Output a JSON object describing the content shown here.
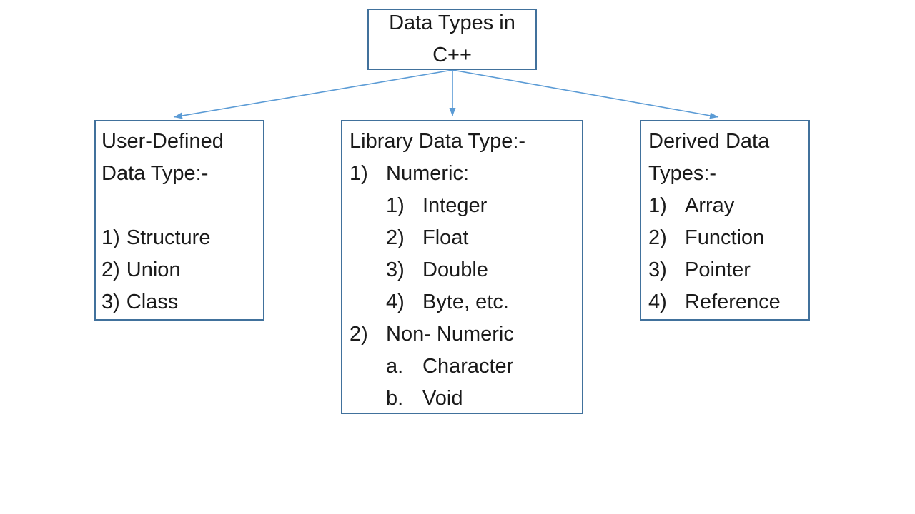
{
  "colors": {
    "bg": "#ffffff",
    "border": "#41719C",
    "connector": "#5B9BD5",
    "text": "#1a1a1a"
  },
  "title_box": {
    "text": "Data Types in C++"
  },
  "boxes": {
    "user_defined": {
      "title_line1": "User-Defined",
      "title_line2": "Data Type:-",
      "items": [
        {
          "num": "1)",
          "label": "Structure"
        },
        {
          "num": "2)",
          "label": "Union"
        },
        {
          "num": "3)",
          "label": "Class"
        }
      ]
    },
    "library": {
      "title": "Library Data Type:-",
      "items": [
        {
          "num": "1)",
          "label": "Numeric:",
          "indent": 0
        },
        {
          "num": "1)",
          "label": "Integer",
          "indent": 1
        },
        {
          "num": "2)",
          "label": "Float",
          "indent": 1
        },
        {
          "num": "3)",
          "label": "Double",
          "indent": 1
        },
        {
          "num": "4)",
          "label": "Byte, etc.",
          "indent": 1
        },
        {
          "num": "2)",
          "label": "Non- Numeric",
          "indent": 0
        },
        {
          "num": "a.",
          "label": "Character",
          "indent": 1
        },
        {
          "num": "b.",
          "label": "Void",
          "indent": 1
        }
      ]
    },
    "derived": {
      "title_line1": "Derived Data",
      "title_line2": "Types:-",
      "items": [
        {
          "num": "1)",
          "label": "Array"
        },
        {
          "num": "2)",
          "label": "Function"
        },
        {
          "num": "3)",
          "label": "Pointer"
        },
        {
          "num": "4)",
          "label": "Reference"
        }
      ]
    }
  }
}
